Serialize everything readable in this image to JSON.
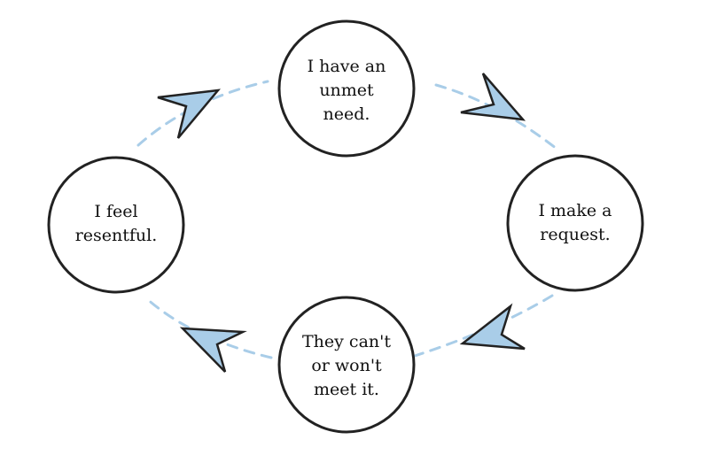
{
  "colors": {
    "connector": "#a9cde8",
    "arrow_fill": "#a9cde8",
    "outline": "#222222",
    "node_fill": "#ffffff",
    "text": "#111111"
  },
  "nodes": [
    {
      "id": "unmet-need",
      "lines": [
        "I have an",
        "unmet",
        "need."
      ]
    },
    {
      "id": "make-request",
      "lines": [
        "I make a",
        "request."
      ]
    },
    {
      "id": "cant-meet",
      "lines": [
        "They can't",
        "or won't",
        "meet it."
      ]
    },
    {
      "id": "resentful",
      "lines": [
        "I feel",
        "resentful."
      ]
    }
  ],
  "edges": [
    {
      "from": "unmet-need",
      "to": "make-request"
    },
    {
      "from": "make-request",
      "to": "cant-meet"
    },
    {
      "from": "cant-meet",
      "to": "resentful"
    },
    {
      "from": "resentful",
      "to": "unmet-need"
    }
  ]
}
